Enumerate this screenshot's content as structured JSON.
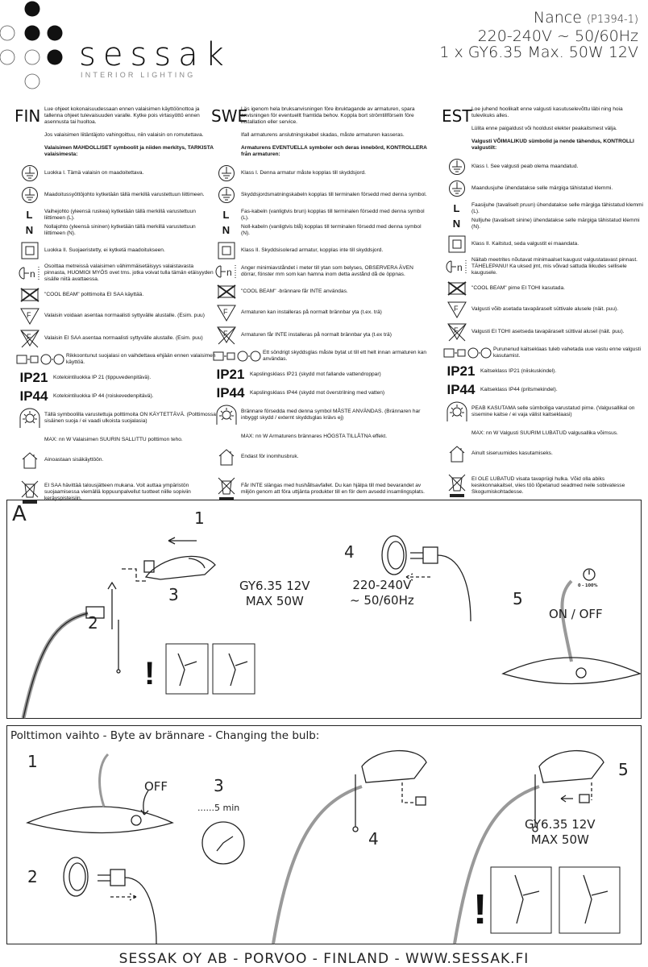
{
  "brand": {
    "name": "sessak",
    "tagline": "INTERIOR LIGHTING"
  },
  "product": {
    "name": "Nance",
    "code": "(P1394-1)",
    "voltage": "220-240V ~ 50/60Hz",
    "bulb": "1 x GY6.35 Max. 50W 12V"
  },
  "columns": [
    {
      "lang": "FIN",
      "intro": [
        "Lue ohjeet kokonaisuudessaan ennen valaisimen käyttöönottoa ja tallenna ohjeet tulevaisuuden varalle. Kytke pois virtasyöttö ennen asennusta tai huoltoa.",
        "Jos valaisimen liitäntäjoto vahingoittuu, niin valaisin on romutettava."
      ],
      "heading": "Valaisimen MAHDOLLISET symboolit ja niiden merkitys, TARKISTA valaisimesta:",
      "items": [
        {
          "icon": "earth",
          "text": "Luokka I. Tämä valaisin on maadoitettava."
        },
        {
          "icon": "earth",
          "text": "Maadoitussyöttöjohto kytketään tällä merkillä varustettuun liittimeen."
        },
        {
          "icon": "L",
          "text": "Vaihejohto (yleensä ruskea) kytketään tällä merkillä varustettuun liittimeen (L)."
        },
        {
          "icon": "N",
          "text": "Nollajohto (yleensä sininen) kytketään tällä merkillä varustettuun liittimeen (N)."
        },
        {
          "icon": "class2",
          "text": "Luokka II. Suojaeristetty, ei kytketä maadoitukseen."
        },
        {
          "icon": "distance",
          "text": "Osoittaa metreissä valaisimen vähimmäisetäisyys valaistavasta pinnasta, HUOMIOI MYÖS ovet tms. jotka voivat tulla tämän etäisyyden sisälle niitä avattaessa."
        },
        {
          "icon": "coolbeam",
          "text": "\"COOL BEAM\" polttimoita EI SAA käyttää."
        },
        {
          "icon": "F",
          "text": "Valaisin voidaan asentaa normaalisti syttyvälle alustalle. (Esim. puu)"
        },
        {
          "icon": "Fx",
          "text": "Valaisin EI SAA asentaa normaalisti syttyvälle alustalle. (Esim. puu)"
        },
        {
          "icon": "glass",
          "text": "Rikkoontunut suojalasi on vaihdettava ehjään ennen valaisimen käyttöä."
        },
        {
          "icon": "IP21",
          "text": "Kotelointiluokka IP 21 (tippuvedenpitävä)."
        },
        {
          "icon": "IP44",
          "text": "Kotelointiluokka IP 44 (roiskevedenpitävä)."
        },
        {
          "icon": "bulb",
          "text": "Tällä symboolilla varustettuja polttimoita ON KÄYTETTÄVÄ. (Polttimossa sisäinen suoja / ei vaadi ulkoista suojalasia)"
        },
        {
          "icon": "max",
          "text": "MAX: nn W  Valaisimen SUURIN SALLITTU polttimon teho."
        },
        {
          "icon": "house",
          "text": "Ainoastaan sisäkäyttöön."
        },
        {
          "icon": "weee",
          "text": "EI SAA hävittää talousjätteen mukana. Voit auttaa ympäristön suojaamisessa viemällä loppuunpalvellut tuotteet niille sopiviin keräyspisteisiin."
        }
      ]
    },
    {
      "lang": "SWE",
      "intro": [
        "Läs igenom hela bruksanvisningen före ibruktagande av armaturen, spara anvisningen för eventuellt framtida behov. Koppla bort strömtillförseln före installation eller service.",
        "Ifall armaturens anslutningskabel skadas, måste armaturen kasseras."
      ],
      "heading": "Armaturens EVENTUELLA symboler och deras innebörd, KONTROLLERA från armaturen:",
      "items": [
        {
          "icon": "earth",
          "text": "Klass I. Denna armatur måste kopplas till skyddsjord."
        },
        {
          "icon": "earth",
          "text": "Skyddsjordsmatningskabeln kopplas till terminalen försedd med denna symbol."
        },
        {
          "icon": "L",
          "text": "Fas-kabeln (vanligtvis brun) kopplas till terminalen försedd med denna symbol (L)."
        },
        {
          "icon": "N",
          "text": "Noll-kabeln (vanligtvis blå) kopplas till terminalen försedd med denna symbol (N)."
        },
        {
          "icon": "class2",
          "text": "Klass II. Skyddsisolerad armatur, kopplas inte till skyddsjord."
        },
        {
          "icon": "distance",
          "text": "Anger minimiavståndet i meter till ytan som belyses, OBSERVERA ÄVEN dörrar, fönster mm som kan hamna inom detta avstånd då de öppnas."
        },
        {
          "icon": "coolbeam",
          "text": "\"COOL BEAM\" -brännare får INTE användas."
        },
        {
          "icon": "F",
          "text": "Armaturen kan installeras på normalt brännbar yta (t.ex. trä)"
        },
        {
          "icon": "Fx",
          "text": "Armaturen får INTE installeras på normalt brännbar yta (t.ex trä)"
        },
        {
          "icon": "glass",
          "text": "Ett söndrigt skyddsglas måste bytat ut till ett helt innan armaturen kan användas."
        },
        {
          "icon": "IP21",
          "text": "Kapslingsklass IP21 (skydd mot fallande vattendroppar)"
        },
        {
          "icon": "IP44",
          "text": "Kapslingsklass IP44 (skydd mot överstrilning med vatten)"
        },
        {
          "icon": "bulb",
          "text": "Brännare försedda med denna symbol MÅSTE ANVÄNDAS. (Brännaren har inbyggt skydd / externt skyddsglas krävs ej)"
        },
        {
          "icon": "max",
          "text": "MAX: nn W  Armaturens brännares HÖGSTA TILLÅTNA effekt."
        },
        {
          "icon": "house",
          "text": "Endast för inomhusbruk."
        },
        {
          "icon": "weee",
          "text": "Får INTE slängas med hushållsavfallet. Du kan hjälpa till med bevarandet av miljön genom att föra uttjänta produkter till en för dem avsedd insamlingsplats."
        }
      ]
    },
    {
      "lang": "EST",
      "intro": [
        "Loe juhend hoolikalt enne valgusti kasutuselevõttu läbi ning hoia tulevikuks alles.",
        "Lülita enne paigaldust või hooldust elekter peakaitsmest välja."
      ],
      "heading": "Valgusti VÕIMALIKUD sümbolid ja nende tähendus, KONTROLLI valgustilt:",
      "items": [
        {
          "icon": "earth",
          "text": "Klass I. See valgusti peab olema maandatud."
        },
        {
          "icon": "earth",
          "text": "Maandusjuhe ühendatakse selle märgiga tähistatud klemmi."
        },
        {
          "icon": "L",
          "text": "Faasijuhe (tavaliselt pruun) ühendatakse selle märgiga tähistatud klemmi (L)."
        },
        {
          "icon": "N",
          "text": "Nulljuhe (tavaliselt sinine) ühendatakse selle märgiga tähistatud klemmi (N)."
        },
        {
          "icon": "class2",
          "text": "Klass II. Kaitstud, seda valgustit ei maandata."
        },
        {
          "icon": "distance",
          "text": "Näitab meetrites nõutavat minimaalset kaugust valgustatavast pinnast. TÄHELEPANU! Ka uksed jmt, mis võivad sattuda liikudes sellisele kaugusele."
        },
        {
          "icon": "coolbeam",
          "text": "\"COOL BEAM\" pirne EI TOHI kasutada."
        },
        {
          "icon": "F",
          "text": "Valgusti võib asetada tavapäraselt süttivale alusele (näit. puu)."
        },
        {
          "icon": "Fx",
          "text": "Valgusti EI TOHI asetseda tavapäraselt süttival alusel (näit. puu)."
        },
        {
          "icon": "glass",
          "text": "Purunenud kaitseklaas tuleb vahetada uue vastu enne valgusti kasutamist."
        },
        {
          "icon": "IP21",
          "text": "Kaitseklass IP21 (niiskuskindel)."
        },
        {
          "icon": "IP44",
          "text": "Kaitseklass IP44 (pritsmekindel)."
        },
        {
          "icon": "bulb",
          "text": "PEAB KASUTAMA selle sümboliga varustatud pirne. (Valgusallikal on sisemine kaitse / ei vaja välist kaitseklaasi)"
        },
        {
          "icon": "max",
          "text": "MAX: nn W  Valgusti SUURIM LUBATUD valgusallika võimsus."
        },
        {
          "icon": "house",
          "text": "Ainult siseruumides kasutamiseks."
        },
        {
          "icon": "weee",
          "text": "EI OLE LUBATUD visata tavaprügi hulka. Võid olla abiks keskkonnakaitsel, viies töö lõpetanud seadmed neile sobivatesse Skogumiskohtadesse."
        }
      ]
    }
  ],
  "panel_a": {
    "label": "A",
    "steps": [
      "1",
      "2",
      "3",
      "4",
      "5"
    ],
    "bulb_spec": [
      "GY6.35 12V",
      "MAX 50W"
    ],
    "mains": [
      "220-240V",
      "~ 50/60Hz"
    ],
    "switch": "ON / OFF",
    "dimmer": "0 - 100%"
  },
  "panel_b": {
    "title": "Polttimon vaihto - Byte av brännare - Changing the bulb:",
    "steps": [
      "1",
      "2",
      "3",
      "4",
      "5"
    ],
    "off": "OFF",
    "wait": "......5 min",
    "bulb_spec": [
      "GY6.35 12V",
      "MAX 50W"
    ]
  },
  "footer": "SESSAK OY AB - PORVOO - FINLAND - WWW.SESSAK.FI"
}
